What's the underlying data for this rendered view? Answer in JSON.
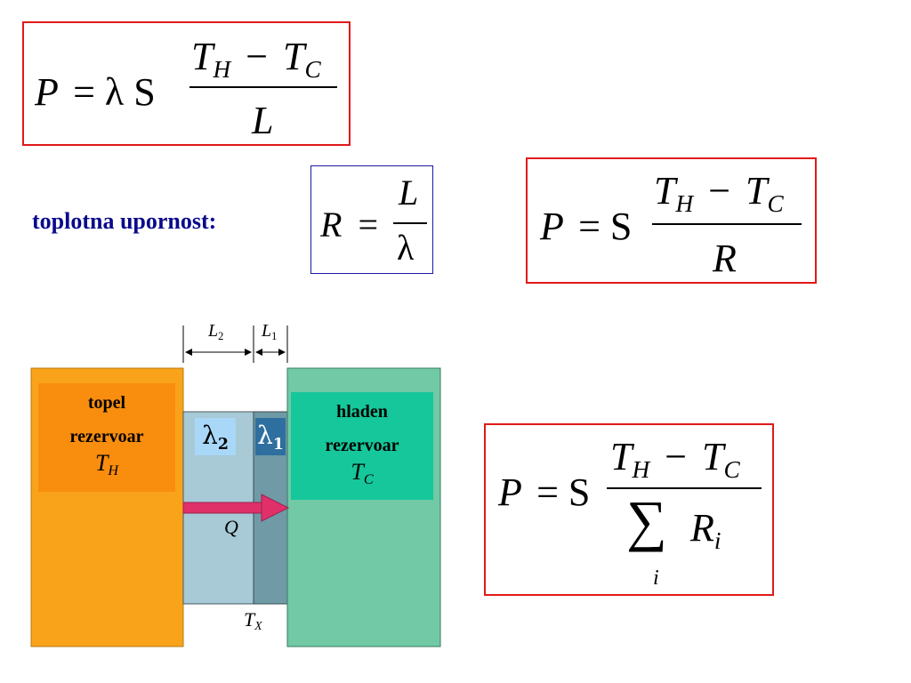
{
  "formula1": {
    "lhs": "P",
    "rhs_prefix": "= λ S",
    "num_T1": "T",
    "num_sub1": "H",
    "num_minus": "−",
    "num_T2": "T",
    "num_sub2": "C",
    "den": "L"
  },
  "label": {
    "text": "toplotna upornost:"
  },
  "formula2": {
    "lhs": "R",
    "eq": "=",
    "num": "L",
    "den": "λ"
  },
  "formula3": {
    "lhs": "P",
    "rhs_prefix": "= S",
    "num_T1": "T",
    "num_sub1": "H",
    "num_minus": "−",
    "num_T2": "T",
    "num_sub2": "C",
    "den": "R"
  },
  "formula4": {
    "lhs": "P",
    "rhs_prefix": "= S",
    "num_T1": "T",
    "num_sub1": "H",
    "num_minus": "−",
    "num_T2": "T",
    "num_sub2": "C",
    "sum_symbol": "∑",
    "den_R": "R",
    "den_sub": "i",
    "sum_index": "i"
  },
  "diagram": {
    "dim_L2": "L",
    "dim_L2_sub": "2",
    "dim_L1": "L",
    "dim_L1_sub": "1",
    "hot_line1": "topel",
    "hot_line2": "rezervoar",
    "hot_T": "T",
    "hot_T_sub": "H",
    "cold_line1": "hladen",
    "cold_line2": "rezervoar",
    "cold_T": "T",
    "cold_T_sub": "C",
    "lambda2": "λ",
    "lambda2_sub": "2",
    "lambda1": "λ",
    "lambda1_sub": "1",
    "flow_label": "Q",
    "interface_T": "T",
    "interface_T_sub": "X",
    "colors": {
      "hot_outer": "#f9a31b",
      "hot_inner": "#f98d0e",
      "slab2": "#a8c9d6",
      "slab1": "#6f9aa6",
      "cold_outer": "#72c9a6",
      "cold_inner": "#15c79a",
      "arrow": "#e0306a",
      "lambda2_bg": "#a9d7f7",
      "lambda1_bg": "#2f6f9f"
    }
  }
}
